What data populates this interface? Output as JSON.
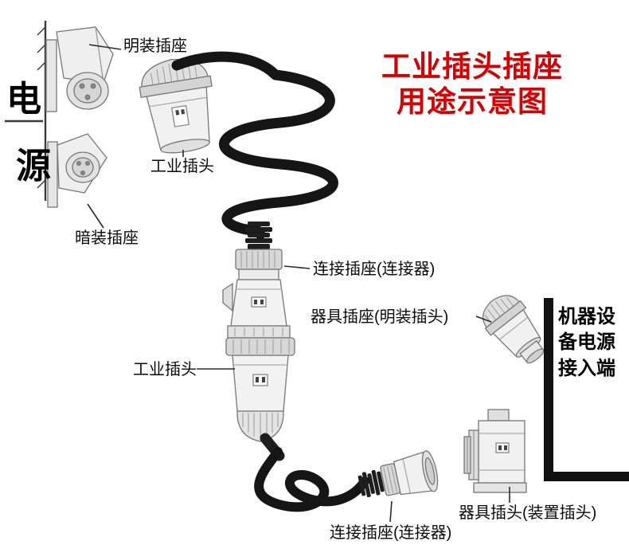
{
  "title": {
    "line1": "工业插头插座",
    "line2": "用途示意图",
    "color": "#d80000"
  },
  "power": {
    "char1": "电",
    "char2": "源"
  },
  "labels": {
    "surface_socket": "明装插座",
    "industrial_plug_top": "工业插头",
    "flush_socket": "暗装插座",
    "connector_mid": "连接插座(连接器)",
    "appliance_socket": "器具插座(明装插头)",
    "industrial_plug_mid": "工业插头",
    "connector_bottom": "连接插座(连接器)",
    "appliance_plug": "器具插头(装置插头)",
    "machine_terminal": "机器设\n备电源\n接入端"
  },
  "colors": {
    "cable": "#151515",
    "line_art_stroke": "#777777",
    "machine_bar": "#111111"
  },
  "illustrations": [
    "surface-mounted-socket",
    "flush-mounted-socket",
    "industrial-plug-top",
    "coiled-cable-top",
    "connector-socket-mid",
    "industrial-plug-mid",
    "coiled-cable-bottom",
    "connector-socket-bottom",
    "appliance-inlet-plug",
    "appliance-device-socket",
    "machine-terminal-box",
    "wall-with-hatching"
  ]
}
